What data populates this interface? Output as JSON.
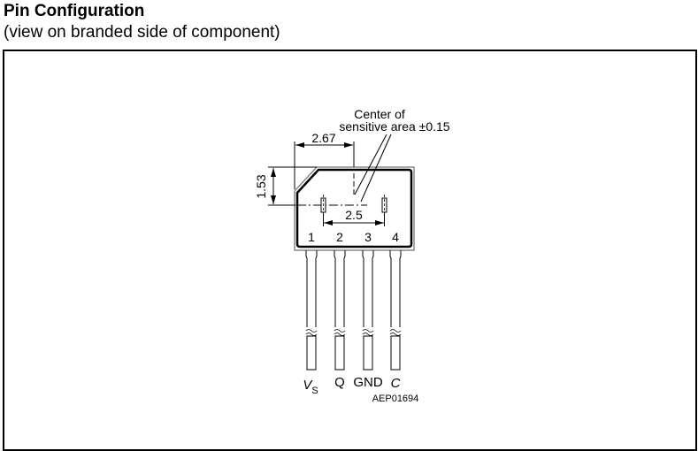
{
  "header": {
    "title": "Pin Configuration",
    "subtitle": "(view on branded side of component)"
  },
  "diagram": {
    "annotation": {
      "line1": "Center of",
      "line2": "sensitive area ±0.15"
    },
    "dimensions": {
      "horizontal_offset": "2.67",
      "vertical_offset": "1.53",
      "sensor_spacing": "2.5"
    },
    "pins": [
      {
        "number": "1",
        "label": "V",
        "subscript": "S",
        "italic": true
      },
      {
        "number": "2",
        "label": "Q",
        "subscript": "",
        "italic": false
      },
      {
        "number": "3",
        "label": "GND",
        "subscript": "",
        "italic": false
      },
      {
        "number": "4",
        "label": "C",
        "subscript": "",
        "italic": true
      }
    ],
    "part_code": "AEP01694"
  }
}
